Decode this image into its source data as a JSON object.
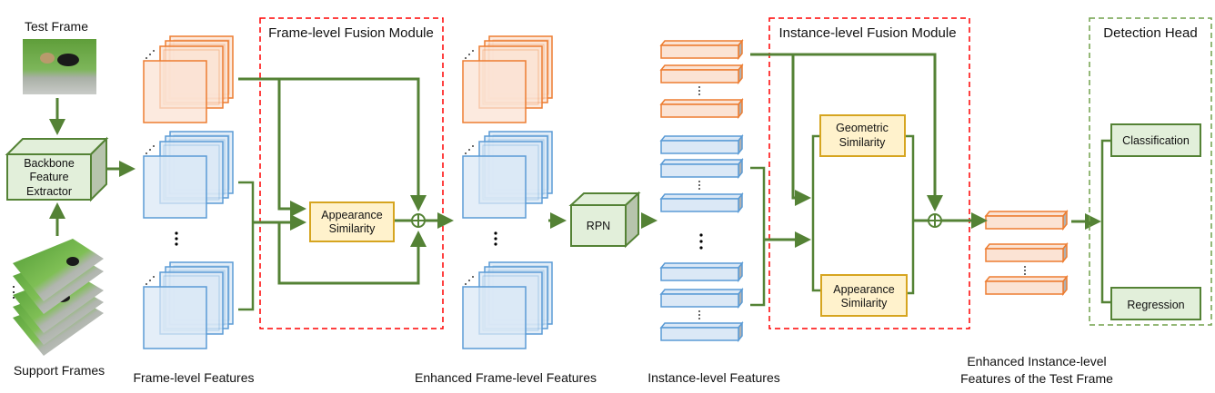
{
  "labels": {
    "test_frame": "Test  Frame",
    "support_frames": "Support Frames",
    "backbone": [
      "Backbone",
      "Feature",
      "Extractor"
    ],
    "frame_level_features": "Frame-level Features",
    "enhanced_frame_level_features": "Enhanced Frame-level Features",
    "instance_level_features": "Instance-level Features",
    "enhanced_instance_features": [
      "Enhanced Instance-level",
      "Features of the Test Frame"
    ]
  },
  "modules": {
    "frame_fusion": {
      "title": "Frame-level Fusion Module",
      "appearance": [
        "Appearance",
        "Similarity"
      ]
    },
    "instance_fusion": {
      "title": "Instance-level Fusion Module",
      "geometric": [
        "Geometric",
        "Similarity"
      ],
      "appearance": [
        "Appearance",
        "Similarity"
      ]
    },
    "rpn": "RPN",
    "detection_head": {
      "title": "Detection Head",
      "classification": "Classification",
      "regression": "Regression"
    }
  },
  "colors": {
    "arrow_green": "#548235",
    "test_feature_orange": "#ed7d31",
    "test_feature_fill": "#fbe3d4",
    "support_feature_blue": "#5b9bd5",
    "support_feature_fill": "#dbe8f6",
    "module_red": "#ff0000",
    "similarity_fill": "#fff2cc",
    "similarity_stroke": "#d6a520",
    "green_box_fill": "#e2efda"
  }
}
